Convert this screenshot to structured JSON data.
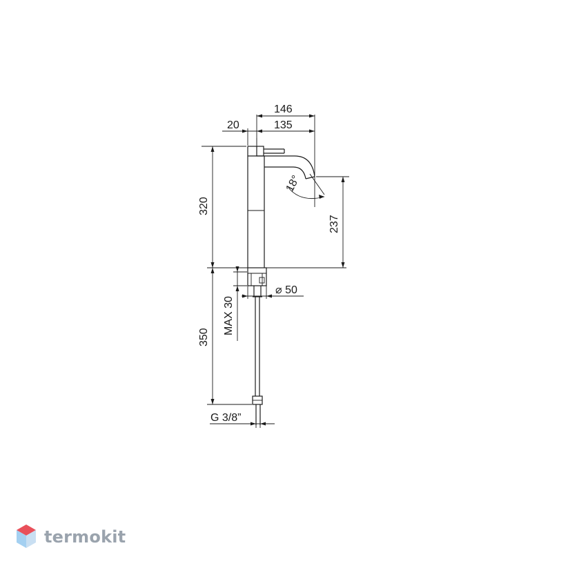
{
  "dimensions": {
    "overall_width": "146",
    "lever_offset": "20",
    "spout_reach": "135",
    "body_height": "320",
    "spout_angle": "18°",
    "spout_height": "237",
    "base_diameter": "⌀ 50",
    "max_deck_thickness": "MAX 30",
    "hose_length": "350",
    "thread": "G 3/8”"
  },
  "brand": {
    "name": "termokit",
    "colors": {
      "text": "#9aa3ad",
      "red": "#e9505a",
      "blue": "#5aa9e6"
    }
  },
  "line_color": "#1a1a1a"
}
